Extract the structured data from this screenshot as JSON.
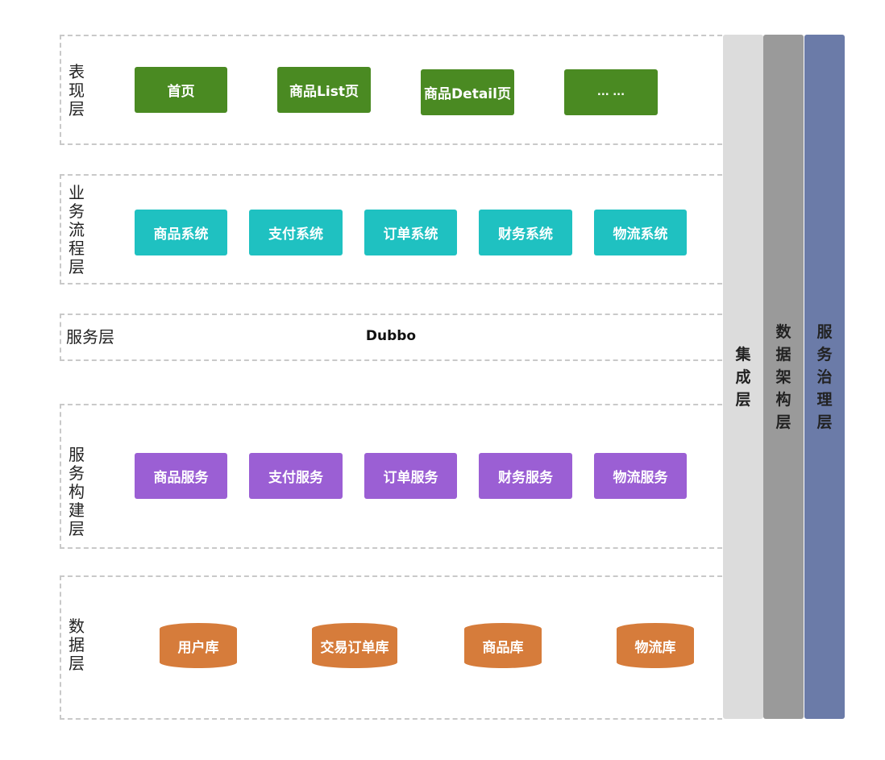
{
  "presentation": {
    "label": "表现层",
    "items": [
      "首页",
      "商品List页",
      "商品Detail页",
      "... ..."
    ]
  },
  "business": {
    "label": "业务流程层",
    "items": [
      "商品系统",
      "支付系统",
      "订单系统",
      "财务系统",
      "物流系统"
    ]
  },
  "service": {
    "label": "服务层",
    "framework": "Dubbo"
  },
  "service_build": {
    "label": "服务构建层",
    "items": [
      "商品服务",
      "支付服务",
      "订单服务",
      "财务服务",
      "物流服务"
    ]
  },
  "data": {
    "label": "数据层",
    "items": [
      "用户库",
      "交易订单库",
      "商品库",
      "物流库"
    ]
  },
  "side_columns": [
    "集成层",
    "数据架构层",
    "服务治理层"
  ],
  "colors": {
    "presentation": "#4a8a22",
    "business": "#1fc1c1",
    "service_build": "#9b5fd4",
    "data": "#d67c3b",
    "integration": "#dcdcdc",
    "data_architecture": "#9a9a9a",
    "governance": "#6b7ba8"
  }
}
